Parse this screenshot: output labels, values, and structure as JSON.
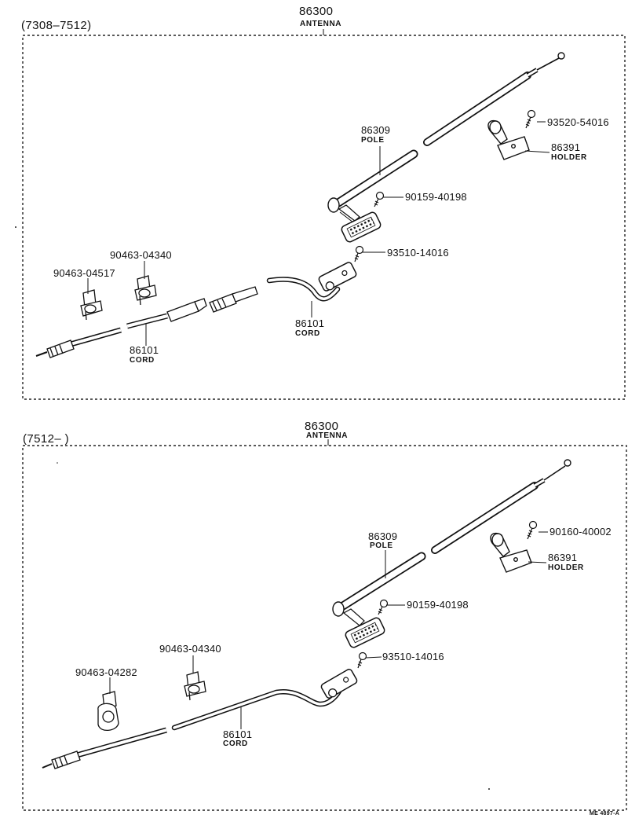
{
  "figure_code": "ME 4897-A",
  "sections": [
    {
      "range": "(7308–7512)",
      "assembly": {
        "number": "86300",
        "name": "ANTENNA"
      },
      "parts": [
        {
          "number": "86309",
          "name": "POLE"
        },
        {
          "number": "93520-54016"
        },
        {
          "number": "86391",
          "name": "HOLDER"
        },
        {
          "number": "90159-40198"
        },
        {
          "number": "93510-14016"
        },
        {
          "number": "86101",
          "name": "CORD"
        },
        {
          "number": "86101",
          "name": "CORD"
        },
        {
          "number": "90463-04340"
        },
        {
          "number": "90463-04517"
        }
      ]
    },
    {
      "range": "(7512–        )",
      "assembly": {
        "number": "86300",
        "name": "ANTENNA"
      },
      "parts": [
        {
          "number": "86309",
          "name": "POLE"
        },
        {
          "number": "90160-40002"
        },
        {
          "number": "86391",
          "name": "HOLDER"
        },
        {
          "number": "90159-40198"
        },
        {
          "number": "93510-14016"
        },
        {
          "number": "90463-04340"
        },
        {
          "number": "90463-04282"
        },
        {
          "number": "86101",
          "name": "CORD"
        }
      ]
    }
  ]
}
